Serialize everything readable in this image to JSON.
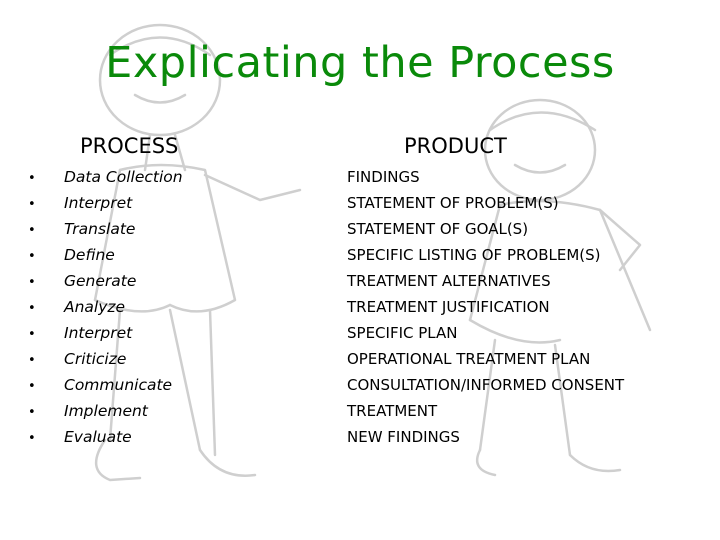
{
  "title": "Explicating the Process",
  "headers": {
    "process": "PROCESS",
    "product": "PRODUCT"
  },
  "bullet": "•",
  "process": [
    "Data Collection",
    "Interpret",
    "Translate",
    "Define",
    "Generate",
    "Analyze",
    "Interpret",
    "Criticize",
    "Communicate",
    "Implement",
    "Evaluate"
  ],
  "product": [
    "FINDINGS",
    "STATEMENT OF PROBLEM(S)",
    "STATEMENT OF GOAL(S)",
    "SPECIFIC LISTING OF PROBLEM(S)",
    "TREATMENT ALTERNATIVES",
    "TREATMENT JUSTIFICATION",
    "SPECIFIC PLAN",
    "OPERATIONAL TREATMENT PLAN",
    "CONSULTATION/INFORMED CONSENT",
    "TREATMENT",
    "NEW FINDINGS"
  ],
  "colors": {
    "title": "#0a8a0a",
    "text": "#000000",
    "sketch": "#cfcfcf"
  },
  "background_art": "faint sketch of two children"
}
